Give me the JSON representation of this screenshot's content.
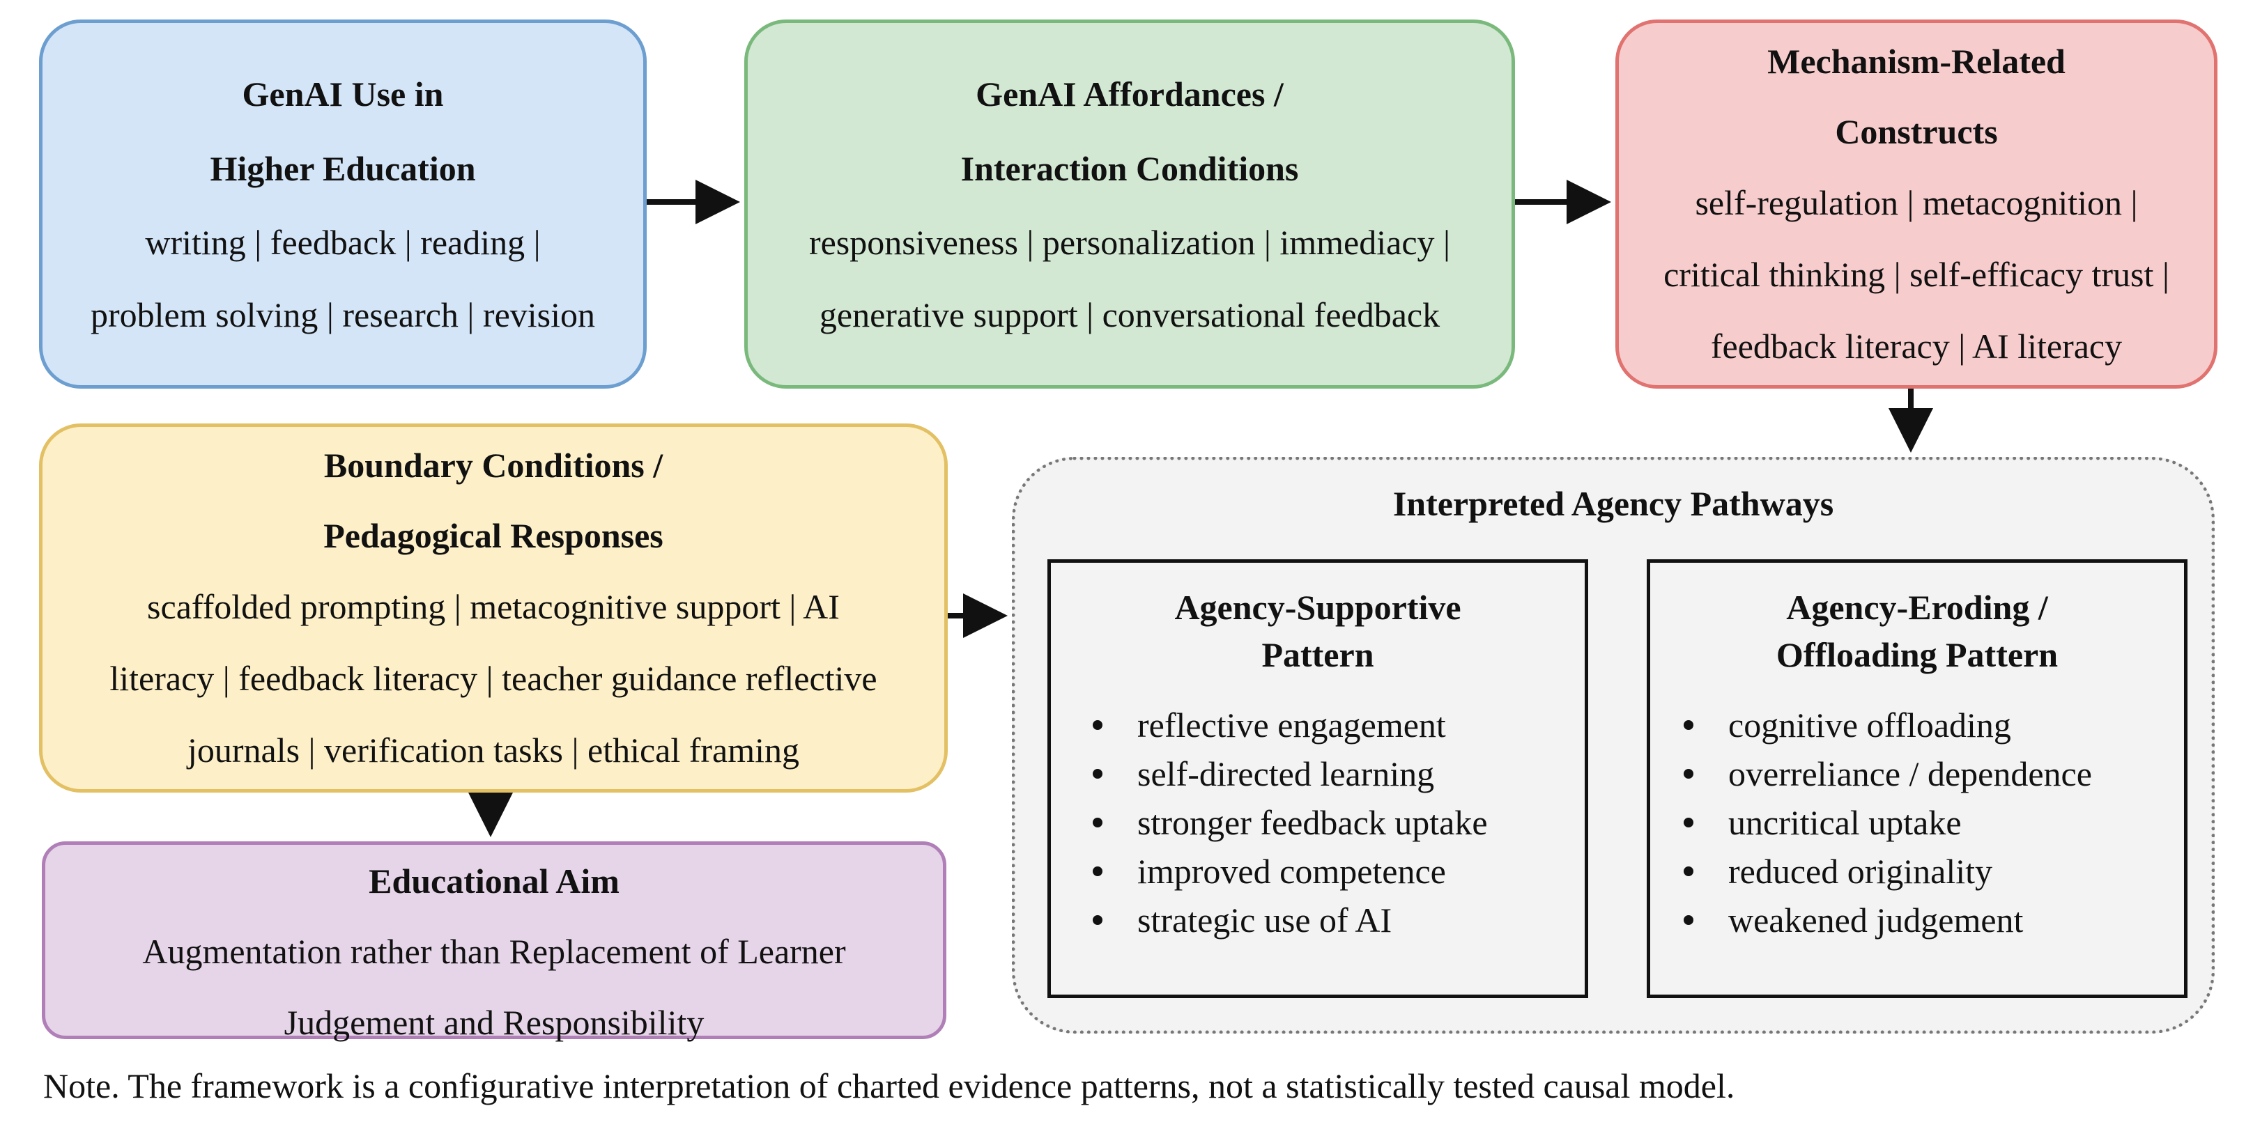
{
  "boxes": {
    "genai_use": {
      "title_line1": "GenAI Use in",
      "title_line2": "Higher Education",
      "body_line1": "writing | feedback | reading |",
      "body_line2": "problem solving | research | revision",
      "fill": "#d4e5f8",
      "border": "#6c9ecf"
    },
    "affordances": {
      "title_line1": "GenAI Affordances /",
      "title_line2": "Interaction Conditions",
      "body_line1": "responsiveness | personalization | immediacy |",
      "body_line2": "generative support | conversational feedback",
      "fill": "#d2e8d3",
      "border": "#7ab97c"
    },
    "mechanism": {
      "title_line1": "Mechanism-Related",
      "title_line2": "Constructs",
      "body_line1": "self-regulation | metacognition |",
      "body_line2": "critical thinking | self-efficacy trust |",
      "body_line3": "feedback literacy | AI literacy",
      "fill": "#f7cccc",
      "border": "#e07270"
    },
    "boundary": {
      "title_line1": "Boundary Conditions /",
      "title_line2": "Pedagogical Responses",
      "body_line1": "scaffolded prompting | metacognitive support | AI",
      "body_line2": "literacy | feedback literacy | teacher guidance reflective",
      "body_line3": "journals | verification tasks | ethical framing",
      "fill": "#fdf0c8",
      "border": "#e3c064"
    },
    "aim": {
      "title": "Educational Aim",
      "body_line1": "Augmentation rather than Replacement of Learner",
      "body_line2": "Judgement and Responsibility",
      "fill": "#e6d5e8",
      "border": "#b07fb8"
    }
  },
  "pathways": {
    "title": "Interpreted Agency Pathways",
    "fill": "#f3f3f3",
    "supportive": {
      "title_line1": "Agency-Supportive",
      "title_line2": "Pattern",
      "items": [
        "reflective engagement",
        "self-directed learning",
        "stronger feedback uptake",
        "improved competence",
        "strategic use of AI"
      ]
    },
    "eroding": {
      "title_line1": "Agency-Eroding /",
      "title_line2": "Offloading Pattern",
      "items": [
        "cognitive offloading",
        "overreliance / dependence",
        "uncritical uptake",
        "reduced originality",
        "weakened judgement"
      ]
    }
  },
  "note": "Note. The framework is a configurative interpretation of charted evidence patterns, not a statistically tested causal model.",
  "arrow_color": "#111111"
}
